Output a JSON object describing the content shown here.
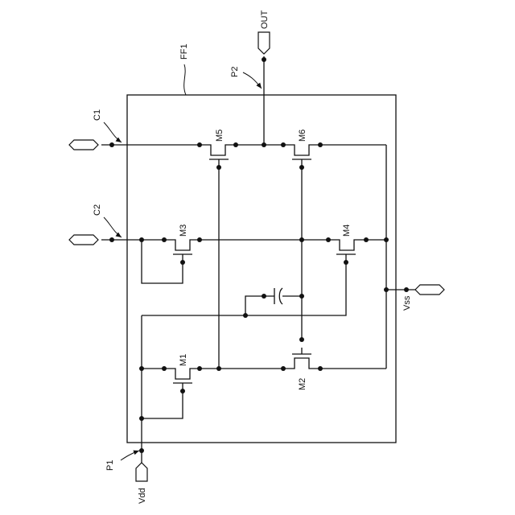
{
  "labels": {
    "ff": "FF1",
    "p1": "P1",
    "p2": "P2",
    "c1": "C1",
    "c2": "C2",
    "out": "OUT",
    "vdd": "Vdd",
    "vss": "Vss",
    "m1": "M1",
    "m2": "M2",
    "m3": "M3",
    "m4": "M4",
    "m5": "M5",
    "m6": "M6"
  }
}
